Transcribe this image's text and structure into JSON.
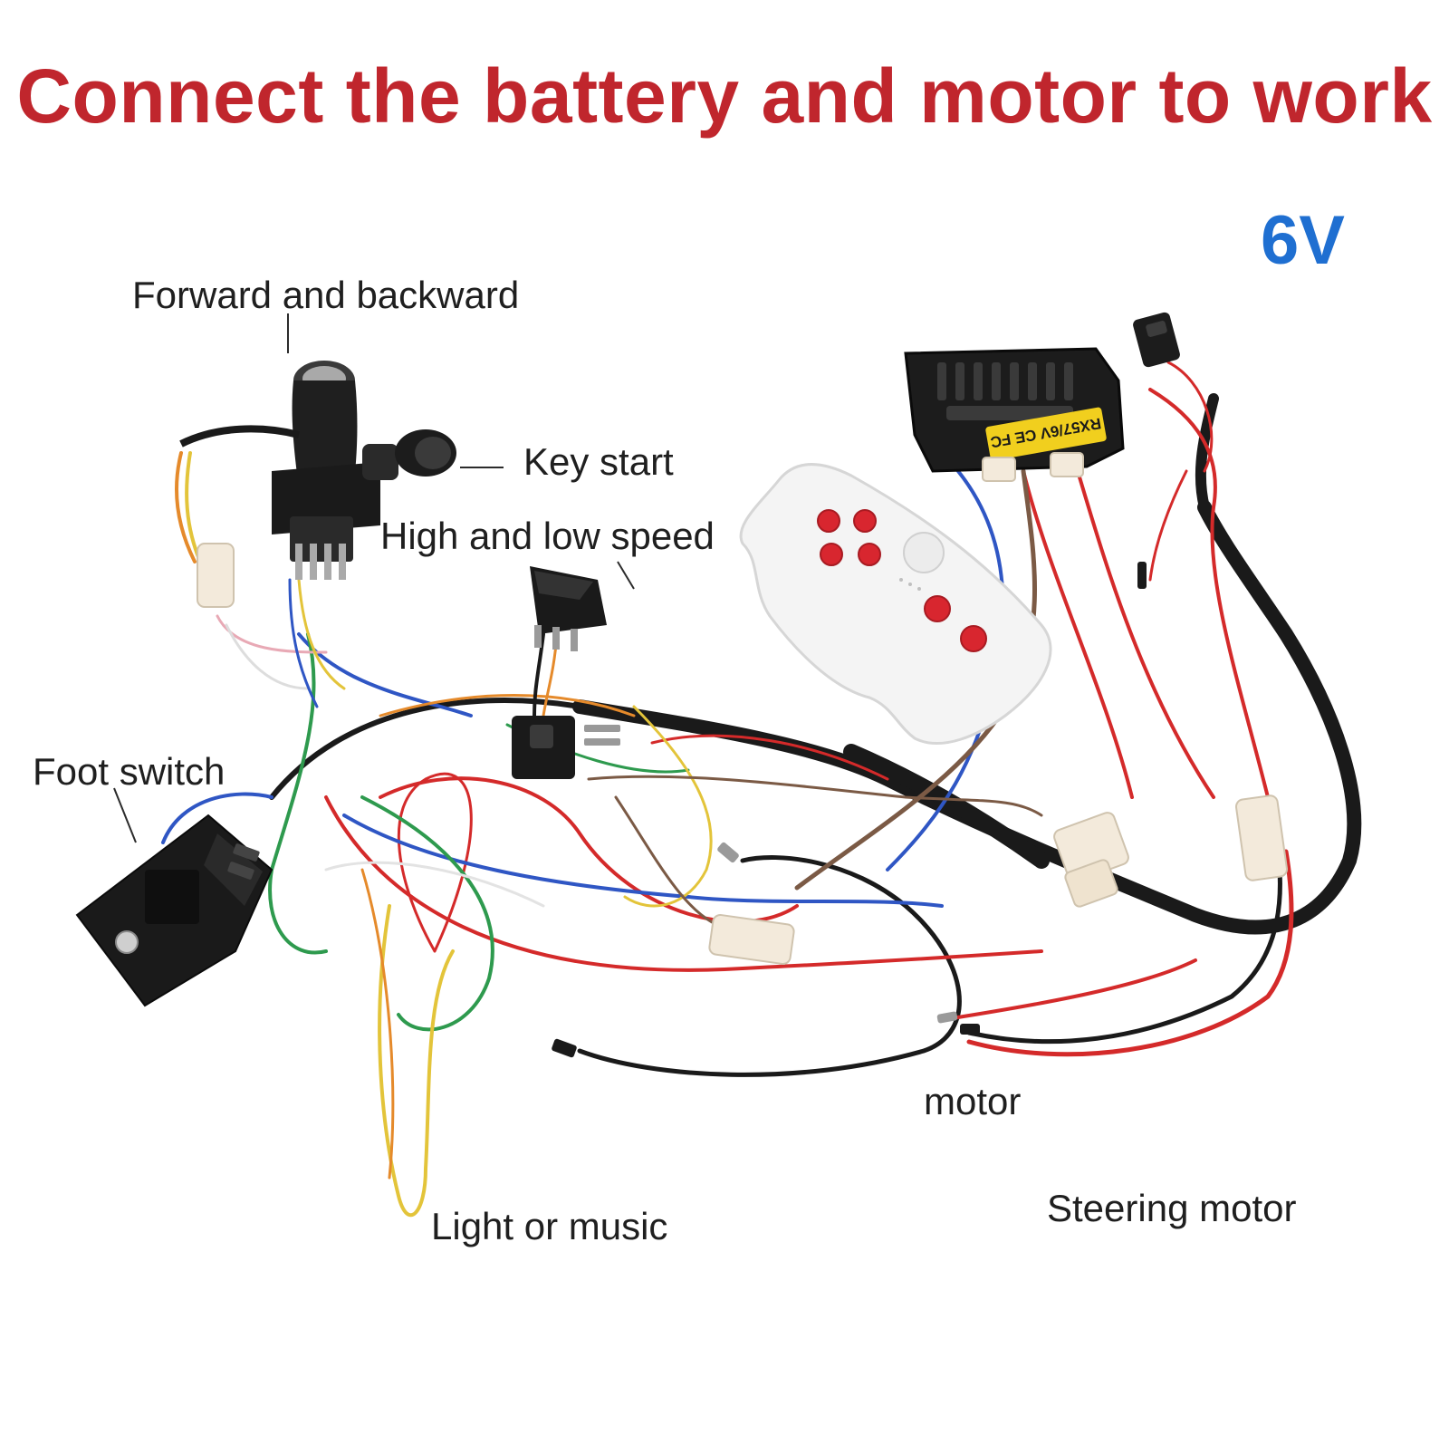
{
  "title": "Connect the battery and motor to work",
  "voltage": "6V",
  "labels": {
    "forward_backward": "Forward and backward",
    "key_start": "Key start",
    "high_low_speed": "High and low speed",
    "foot_switch": "Foot switch",
    "motor": "motor",
    "light_music": "Light or music",
    "steering_motor": "Steering motor"
  },
  "controller_label": "RX57/6V CE FC",
  "colors": {
    "title": "#c0262d",
    "voltage": "#1f6fd1",
    "label_text": "#1f1f1f",
    "wire_red": "#d42a2a",
    "wire_black": "#1a1a1a",
    "wire_blue": "#2f56c4",
    "wire_green": "#2e9a4e",
    "wire_yellow": "#e3c43a",
    "wire_orange": "#e58a2b",
    "wire_brown": "#7b5a45",
    "remote_button": "#d8262f",
    "controller_label_bg": "#f1cf1e"
  }
}
